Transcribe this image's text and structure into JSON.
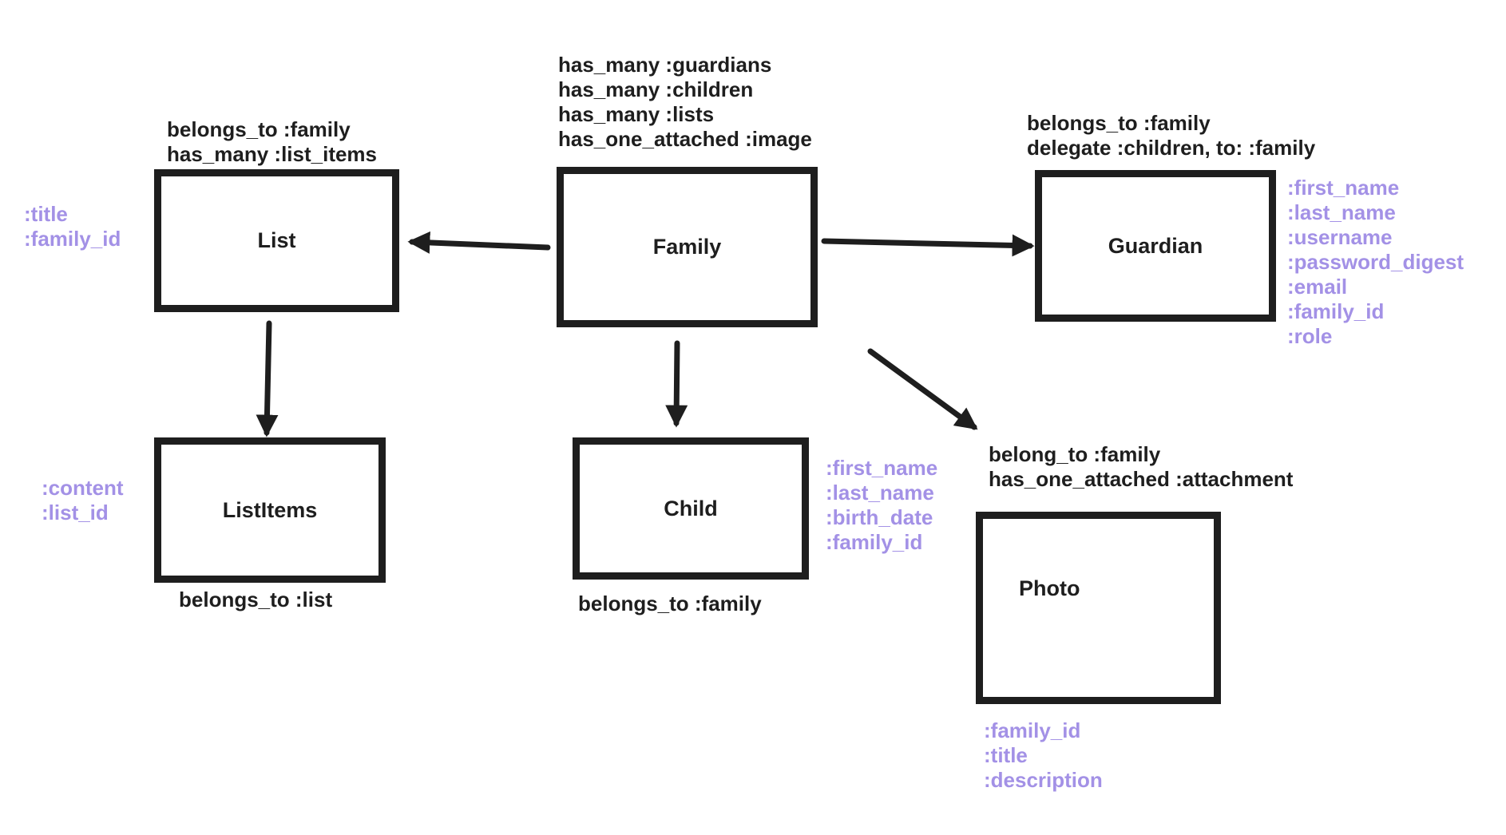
{
  "colors": {
    "box_border": "#1e1e1e",
    "text": "#1e1e1e",
    "attribute": "#a391e6",
    "arrow": "#1e1e1e"
  },
  "models": {
    "family": {
      "name": "Family",
      "relations": [
        "has_many :guardians",
        "has_many :children",
        "has_many :lists",
        "has_one_attached :image"
      ]
    },
    "list": {
      "name": "List",
      "relations": [
        "belongs_to :family",
        "has_many :list_items"
      ],
      "attributes": [
        ":title",
        ":family_id"
      ]
    },
    "list_items": {
      "name": "ListItems",
      "relations": [
        "belongs_to :list"
      ],
      "attributes": [
        ":content",
        ":list_id"
      ]
    },
    "guardian": {
      "name": "Guardian",
      "relations": [
        "belongs_to :family",
        "delegate :children, to: :family"
      ],
      "attributes": [
        ":first_name",
        ":last_name",
        ":username",
        ":password_digest",
        ":email",
        ":family_id",
        ":role"
      ]
    },
    "child": {
      "name": "Child",
      "relations": [
        "belongs_to :family"
      ],
      "attributes": [
        ":first_name",
        ":last_name",
        ":birth_date",
        ":family_id"
      ]
    },
    "photo": {
      "name": "Photo",
      "relations": [
        "belong_to :family",
        "has_one_attached :attachment"
      ],
      "attributes": [
        ":family_id",
        ":title",
        ":description"
      ]
    }
  }
}
